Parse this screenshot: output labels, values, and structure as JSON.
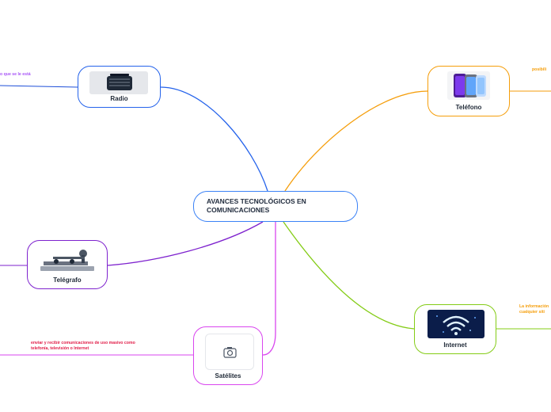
{
  "central": {
    "title": "AVANCES TECNOLÓGICOS EN COMUNICACIONES"
  },
  "topics": {
    "radio": {
      "label": "Radio",
      "icon": "radio-icon",
      "color": "#2563eb",
      "note": "o que se le está",
      "note_color": "#a855f7"
    },
    "telefono": {
      "label": "Teléfono",
      "icon": "smartphone-icon",
      "color": "#f59e0b",
      "note": "posibili",
      "note_color": "#f59e0b"
    },
    "telegrafo": {
      "label": "Telégrafo",
      "icon": "telegraph-key-icon",
      "color": "#7e22ce"
    },
    "satelites": {
      "label": "Satélites",
      "icon": "camera-icon",
      "color": "#d946ef",
      "note_line1": "enviar y recibir comunicaciones de uso masivo como",
      "note_line2": "telefonía, televisión o Internet",
      "note_color": "#e11d48"
    },
    "internet": {
      "label": "Internet",
      "icon": "wifi-icon",
      "color": "#84cc16",
      "note_line1": "La información",
      "note_line2": "cualquier siti",
      "note_color": "#f59e0b"
    }
  }
}
